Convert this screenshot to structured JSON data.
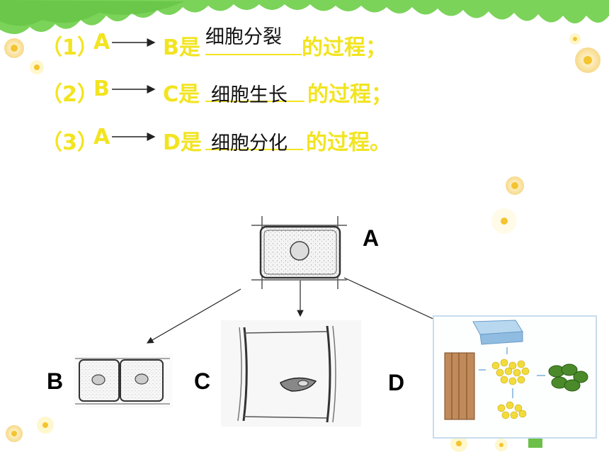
{
  "questions": [
    {
      "num": "（1）",
      "from": "A",
      "to": "B是",
      "answer": "细胞分裂",
      "end": "的过程；"
    },
    {
      "num": "（2）",
      "from": "B",
      "to": "C是",
      "answer": "细胞生长",
      "end": "的过程；"
    },
    {
      "num": "（3）",
      "from": "A",
      "to": "D是",
      "answer": "细胞分化",
      "end": "的过程。"
    }
  ],
  "labels": {
    "a": "A",
    "b": "B",
    "c": "C",
    "d": "D"
  },
  "colors": {
    "question_text": "#f2e420",
    "answer_text": "#111111",
    "arrow": "#222222"
  }
}
